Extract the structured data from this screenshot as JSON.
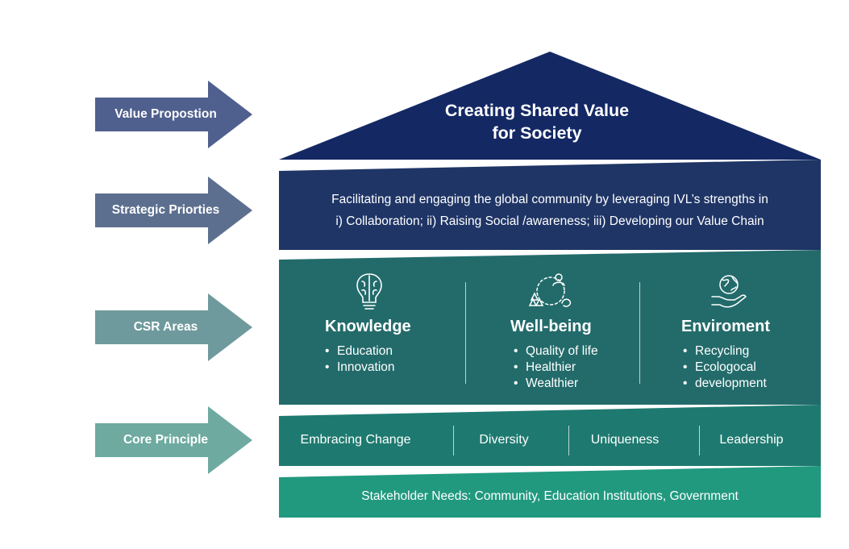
{
  "colors": {
    "roof": "#142864",
    "strategic": "#1f3566",
    "csr": "#236b6b",
    "core": "#1e7a70",
    "stakeholder": "#21997f",
    "arrow_value": "#4f5f8e",
    "arrow_strategic": "#5c6f8f",
    "arrow_csr": "#6f9a9d",
    "arrow_core": "#6eaaa0"
  },
  "arrows": {
    "value": "Value Propostion",
    "strategic": "Strategic Priorties",
    "csr": "CSR Areas",
    "core": "Core Principle"
  },
  "roof": {
    "line1": "Creating Shared Value",
    "line2": "for Society"
  },
  "strategic": {
    "line1": "Facilitating and engaging the global community by leveraging IVL’s strengths in",
    "line2": "i) Collaboration; ii) Raising Social /awareness; iii) Developing our Value Chain"
  },
  "csr": {
    "knowledge": {
      "icon": "lightbulb-brain-icon",
      "title": "Knowledge",
      "items": [
        "Education",
        "Innovation"
      ]
    },
    "wellbeing": {
      "icon": "community-cycle-icon",
      "title": "Well-being",
      "items": [
        "Quality of life",
        "Healthier",
        "Wealthier"
      ]
    },
    "environment": {
      "icon": "globe-hand-icon",
      "title": "Enviroment",
      "items": [
        "Recycling",
        "Ecologocal",
        "development"
      ]
    }
  },
  "core": {
    "items": [
      "Embracing Change",
      "Diversity",
      "Uniqueness",
      "Leadership"
    ]
  },
  "stakeholder": {
    "text": "Stakeholder Needs: Community, Education Institutions, Government"
  }
}
